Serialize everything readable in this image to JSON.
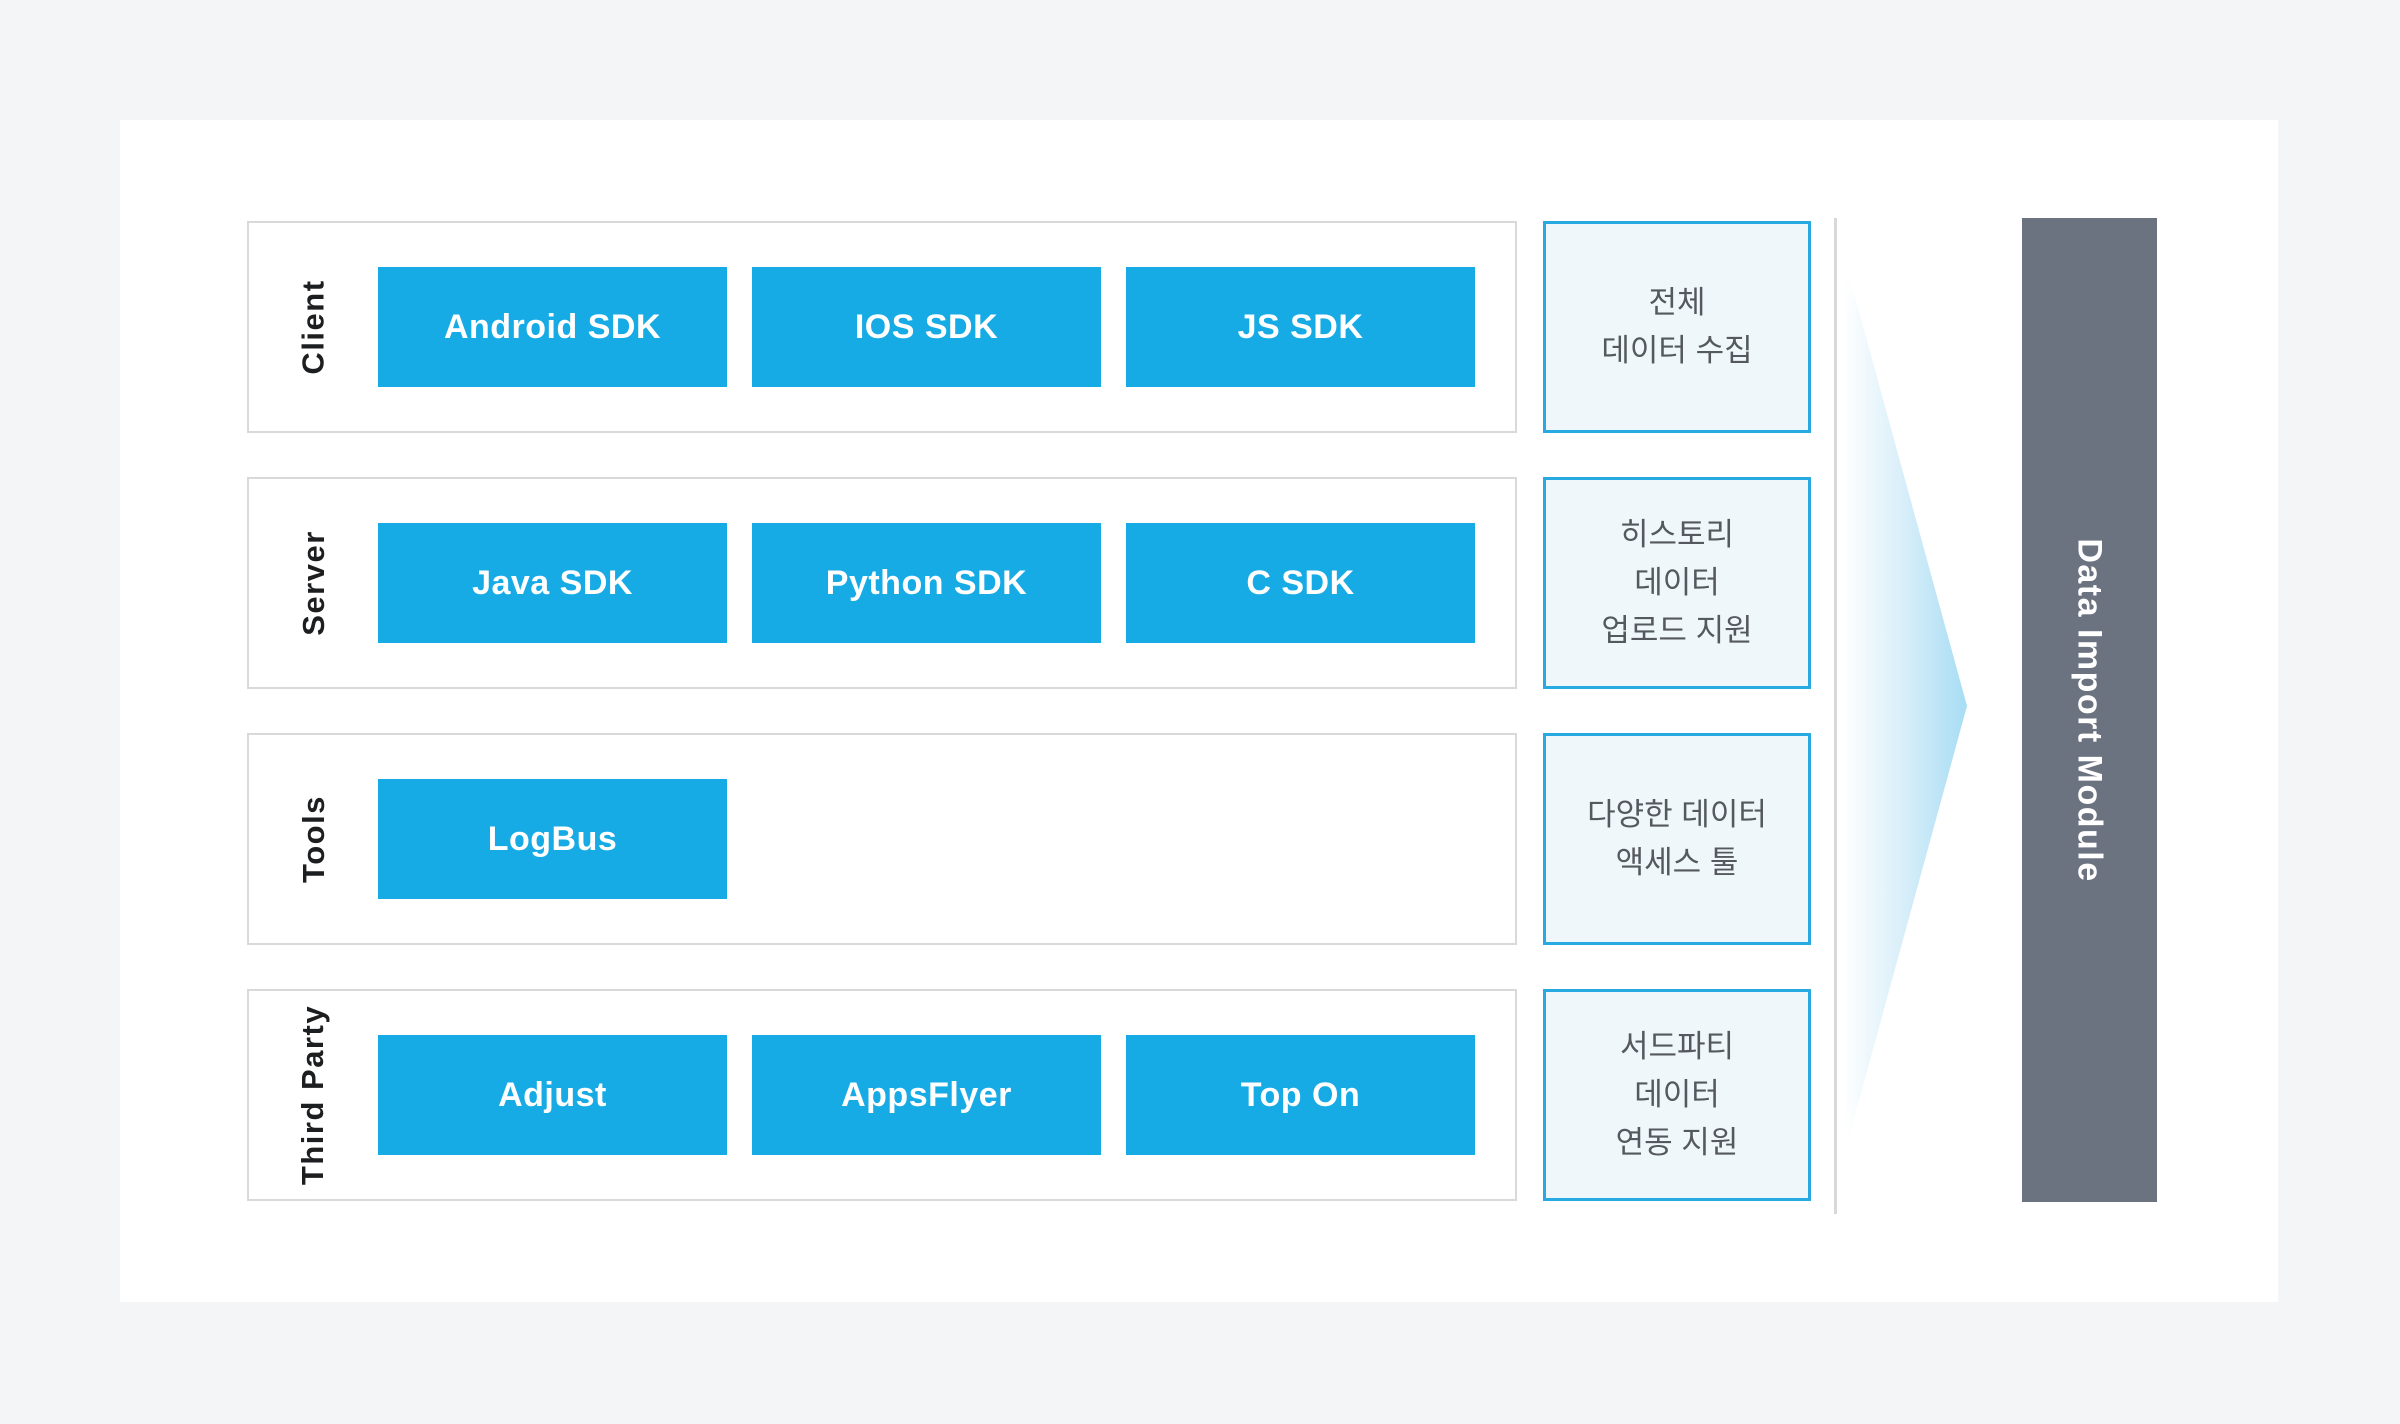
{
  "colors": {
    "page_background": "#f4f5f7",
    "card_background": "#ffffff",
    "accent_blue": "#17abe5",
    "note_border_blue": "#29a9e1",
    "note_background": "#eff7fb",
    "note_text_gray": "#55595f",
    "row_border_gray": "#d9d9d9",
    "arrow_light_blue": "#a7ddf4",
    "module_bar_slate": "#6b7280"
  },
  "rows": [
    {
      "label": "Client",
      "boxes": [
        "Android SDK",
        "IOS SDK",
        "JS SDK"
      ],
      "note": "전체\n데이터 수집"
    },
    {
      "label": "Server",
      "boxes": [
        "Java SDK",
        "Python SDK",
        "C SDK"
      ],
      "note": "히스토리\n데이터\n업로드 지원"
    },
    {
      "label": "Tools",
      "boxes": [
        "LogBus"
      ],
      "note": "다양한 데이터\n액세스 툴"
    },
    {
      "label": "Third Party",
      "boxes": [
        "Adjust",
        "AppsFlyer",
        "Top On"
      ],
      "note": "서드파티\n데이터\n연동 지원"
    }
  ],
  "module": {
    "label": "Data Import Module"
  }
}
